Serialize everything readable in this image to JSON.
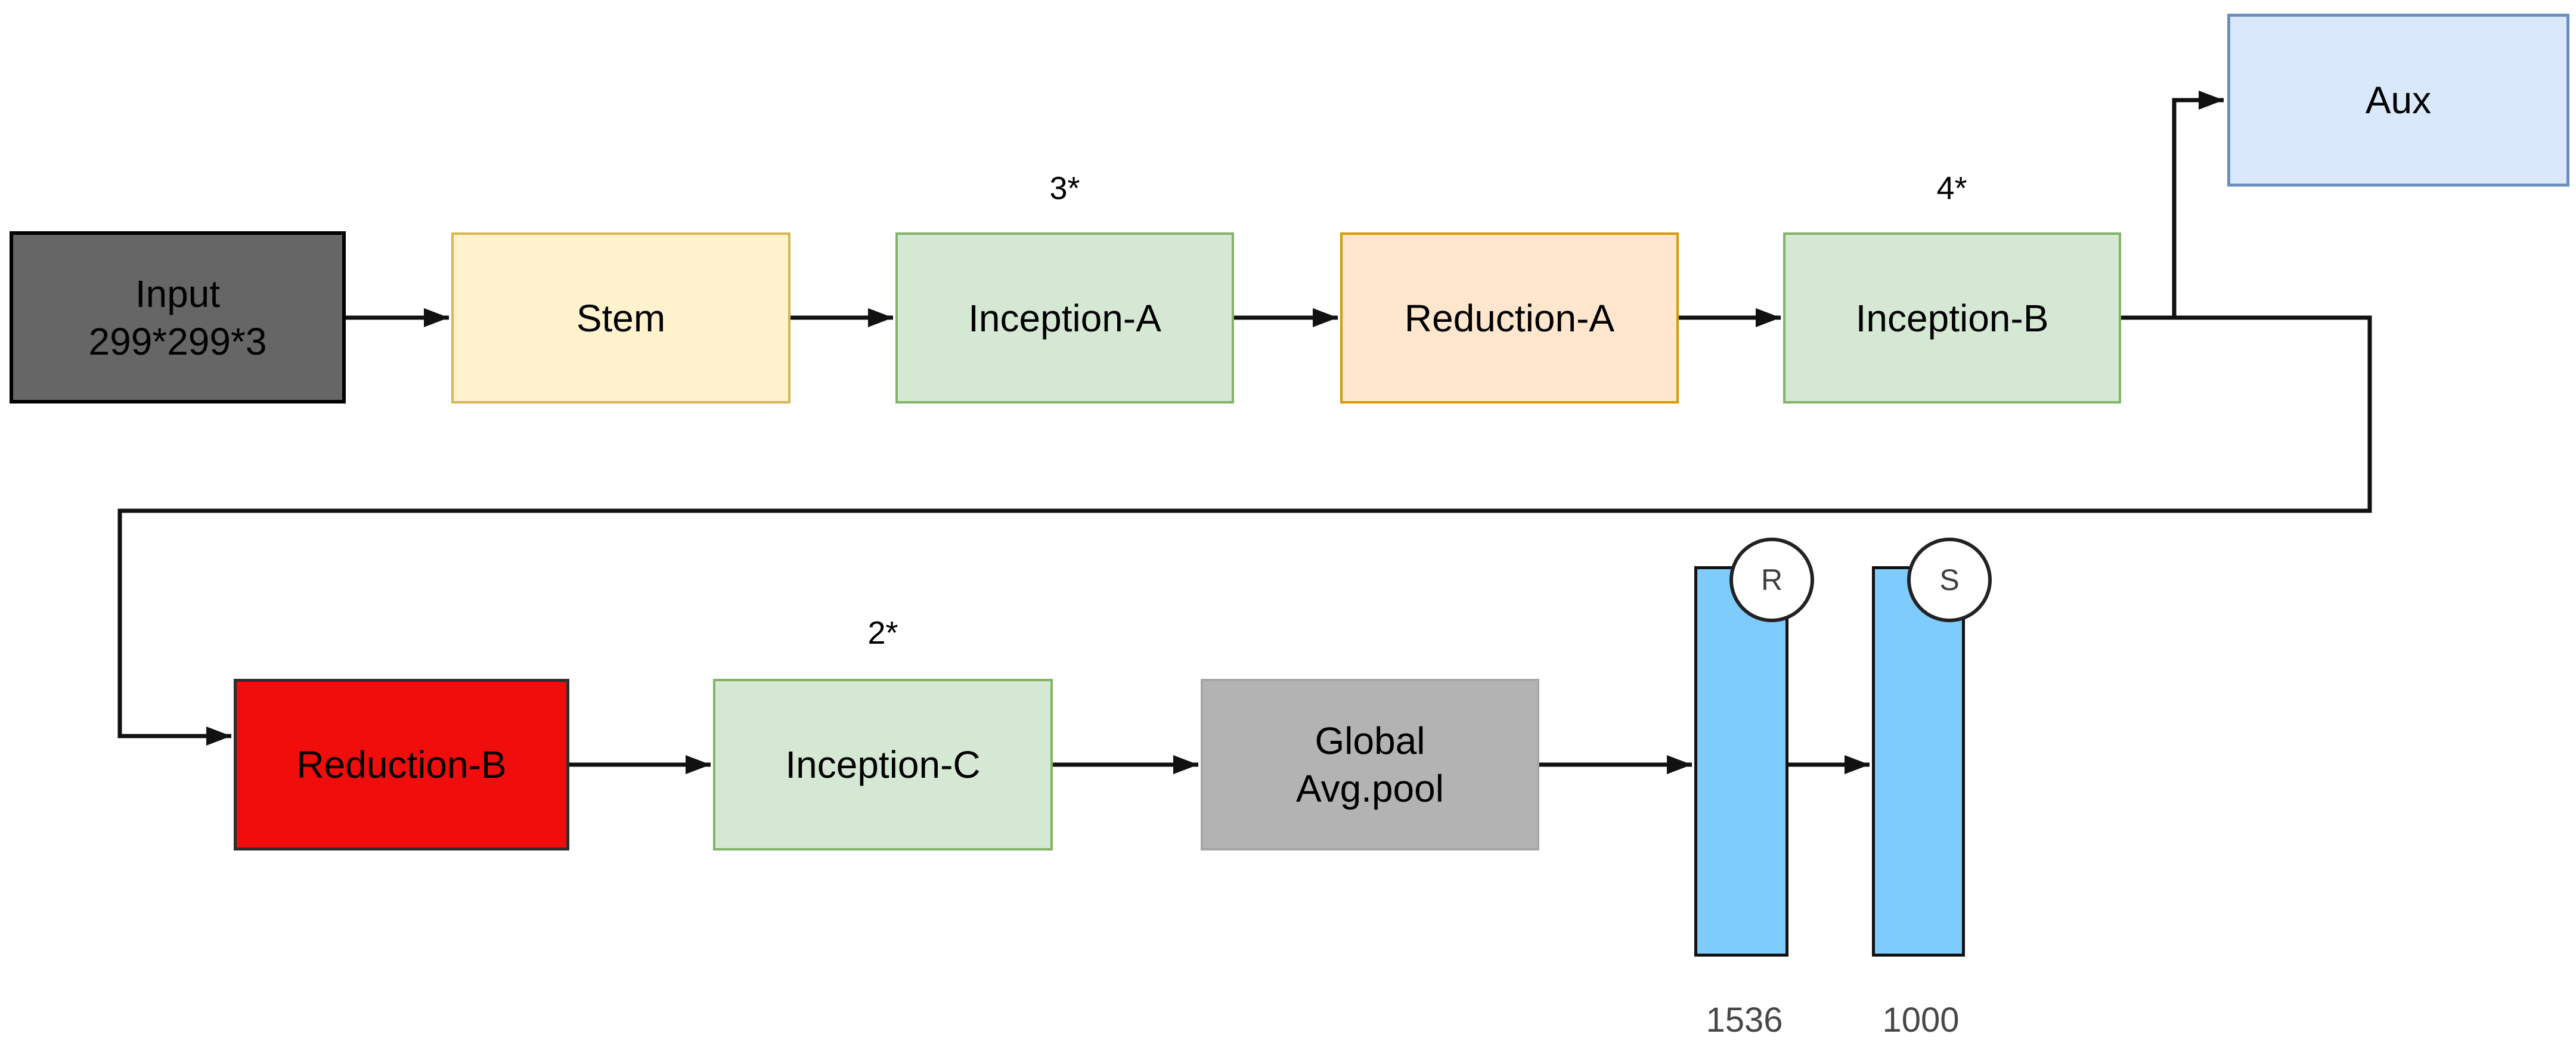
{
  "diagram": {
    "description": "Inception-v4 style network architecture flow diagram",
    "background": "#ffffff",
    "nodes": {
      "input": {
        "label": "Input\n299*299*3"
      },
      "stem": {
        "label": "Stem"
      },
      "inception_a": {
        "label": "Inception-A",
        "repeat": "3*"
      },
      "reduction_a": {
        "label": "Reduction-A"
      },
      "inception_b": {
        "label": "Inception-B",
        "repeat": "4*"
      },
      "aux": {
        "label": "Aux"
      },
      "reduction_b": {
        "label": "Reduction-B"
      },
      "inception_c": {
        "label": "Inception-C",
        "repeat": "2*"
      },
      "global_pool": {
        "label": "Global\nAvg.pool"
      },
      "fc_features": {
        "badge": "R",
        "units": "1536"
      },
      "fc_logits": {
        "badge": "S",
        "units": "1000"
      }
    },
    "edges": [
      {
        "from": "input",
        "to": "stem"
      },
      {
        "from": "stem",
        "to": "inception_a"
      },
      {
        "from": "inception_a",
        "to": "reduction_a"
      },
      {
        "from": "reduction_a",
        "to": "inception_b"
      },
      {
        "from": "inception_b",
        "to": "aux"
      },
      {
        "from": "inception_b",
        "to": "reduction_b"
      },
      {
        "from": "reduction_b",
        "to": "inception_c"
      },
      {
        "from": "inception_c",
        "to": "global_pool"
      },
      {
        "from": "global_pool",
        "to": "fc_features"
      },
      {
        "from": "fc_features",
        "to": "fc_logits"
      }
    ],
    "palette": {
      "input_fill": "#666666",
      "stem_fill": "#fff2cc",
      "stem_border": "#d6b656",
      "inception_fill": "#d5e8d4",
      "inception_border": "#82b366",
      "reduction_a_fill": "#ffe6cc",
      "reduction_a_border": "#d79b00",
      "reduction_b_fill": "#f20d0d",
      "aux_fill": "#dae8fc",
      "aux_border": "#6c8ebf",
      "pool_fill": "#b3b3b3",
      "bar_fill": "#7eccfd",
      "connector": "#111111"
    }
  }
}
